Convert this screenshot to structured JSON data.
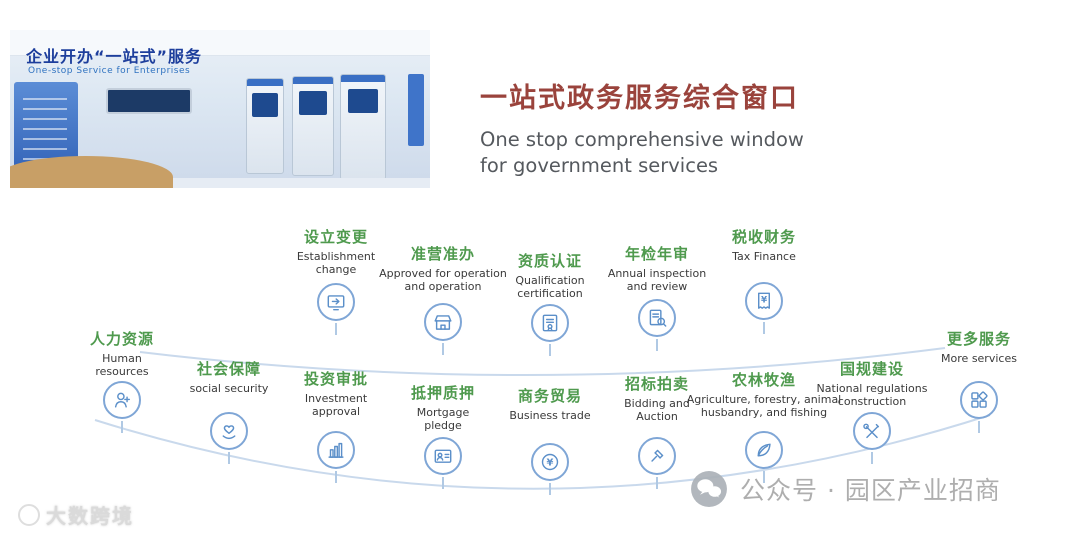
{
  "photo": {
    "banner_zh": "企业开办“一站式”服务",
    "banner_en": "One-stop Service for Enterprises"
  },
  "header": {
    "title_zh": "一站式政务服务综合窗口",
    "title_en": "One stop comprehensive window for government services"
  },
  "services": {
    "top": [
      {
        "zh": "设立变更",
        "en": "Establishment change",
        "icon": "establishment-change-icon"
      },
      {
        "zh": "准营准办",
        "en": "Approved for operation and operation",
        "icon": "shop-icon"
      },
      {
        "zh": "资质认证",
        "en": "Qualification certification",
        "icon": "certificate-icon"
      },
      {
        "zh": "年检年审",
        "en": "Annual inspection and review",
        "icon": "inspection-icon"
      },
      {
        "zh": "税收财务",
        "en": "Tax Finance",
        "icon": "tax-receipt-icon"
      }
    ],
    "bottom": [
      {
        "zh": "人力资源",
        "en": "Human resources",
        "icon": "person-icon"
      },
      {
        "zh": "社会保障",
        "en": "social security",
        "icon": "heart-hand-icon"
      },
      {
        "zh": "投资审批",
        "en": "Investment approval",
        "icon": "bar-chart-icon"
      },
      {
        "zh": "抵押质押",
        "en": "Mortgage pledge",
        "icon": "id-card-icon"
      },
      {
        "zh": "商务贸易",
        "en": "Business trade",
        "icon": "coin-icon"
      },
      {
        "zh": "招标拍卖",
        "en": "Bidding and Auction",
        "icon": "gavel-icon"
      },
      {
        "zh": "农林牧渔",
        "en": "Agriculture, forestry, animal husbandry, and fishing",
        "icon": "leaf-icon"
      },
      {
        "zh": "国规建设",
        "en": "National regulations construction",
        "icon": "tools-icon"
      },
      {
        "zh": "更多服务",
        "en": "More services",
        "icon": "grid-icon"
      }
    ]
  },
  "watermarks": {
    "wechat": "公众号 · 园区产业招商",
    "logo": "大数跨境"
  },
  "colors": {
    "title_red": "#9a433c",
    "label_green": "#4f9a4e",
    "icon_blue": "#5b8fc9",
    "arc_blue": "#c9d9ec"
  }
}
